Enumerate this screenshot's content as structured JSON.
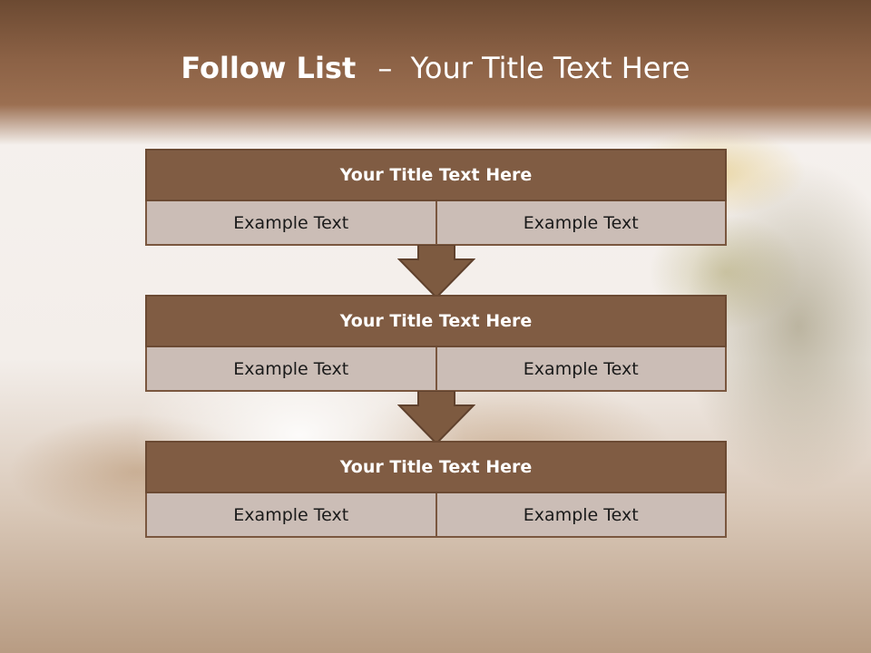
{
  "slide": {
    "title_bold": "Follow List",
    "title_sep": "–",
    "title_rest": "Your Title Text Here"
  },
  "blocks": [
    {
      "title": "Your Title Text Here",
      "left": "Example Text",
      "right": "Example Text"
    },
    {
      "title": "Your Title Text Here",
      "left": "Example Text",
      "right": "Example Text"
    },
    {
      "title": "Your Title Text Here",
      "left": "Example Text",
      "right": "Example Text"
    }
  ],
  "colors": {
    "header": "#8b6145",
    "block_title": "#805c43",
    "cell_fill": "#cbbdb6",
    "arrow": "#7d5a40"
  }
}
